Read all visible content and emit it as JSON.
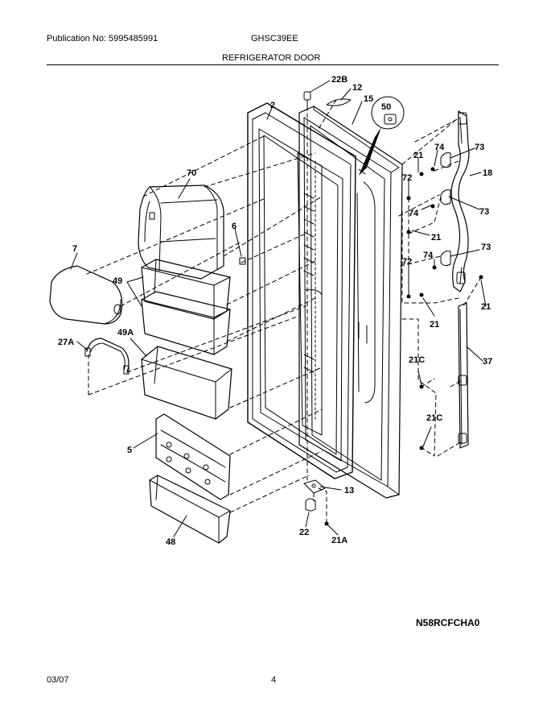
{
  "header": {
    "publication": "Publication No: 5995485991",
    "model": "GHSC39EE",
    "section_title": "REFRIGERATOR DOOR"
  },
  "diagram_code": "N58RCFCHA0",
  "footer": {
    "date": "03/07",
    "page_number": "4"
  },
  "callouts": {
    "c22B": "22B",
    "c12": "12",
    "c15": "15",
    "c2": "2",
    "c50": "50",
    "c21a": "21",
    "c74a": "74",
    "c73a": "73",
    "c18": "18",
    "c70": "70",
    "c72a": "72",
    "c74b": "74",
    "c73b": "73",
    "c21b": "21",
    "c6": "6",
    "c7": "7",
    "c72b": "72",
    "c74c": "74",
    "c73c": "73",
    "c49": "49",
    "c21c": "21",
    "c21d": "21",
    "c27A": "27A",
    "c49A": "49A",
    "c37": "37",
    "c21C1": "21C",
    "c21C2": "21C",
    "c5": "5",
    "c13": "13",
    "c22": "22",
    "c21A": "21A",
    "c48": "48"
  }
}
